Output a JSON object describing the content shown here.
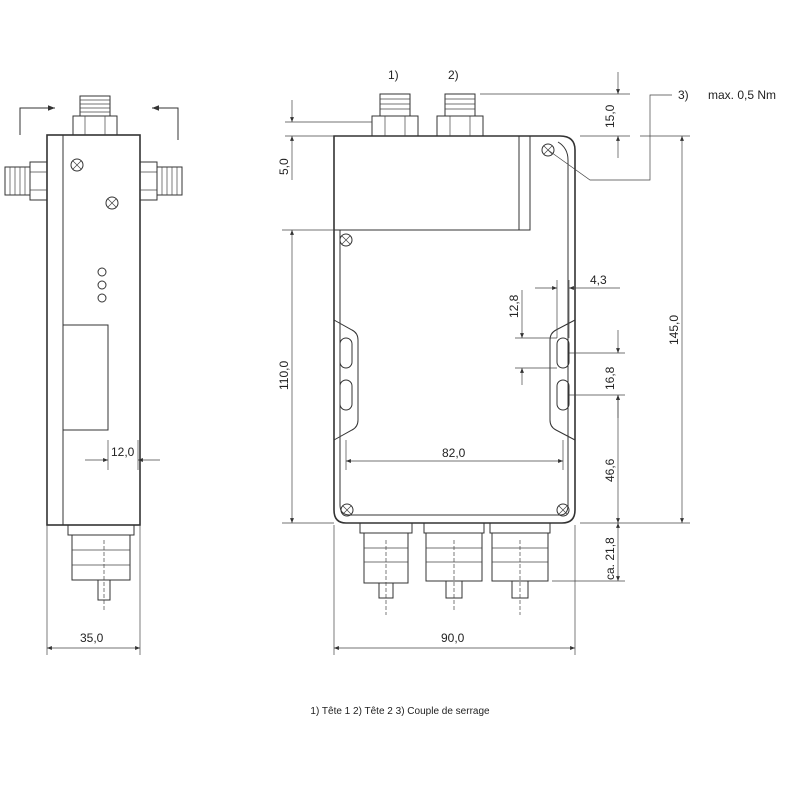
{
  "callouts": {
    "head1": "1)",
    "head2": "2)",
    "torque_ref": "3)",
    "torque_value": "max. 0,5 Nm"
  },
  "dimensions": {
    "d15": "15,0",
    "d5": "5,0",
    "d145": "145,0",
    "d110": "110,0",
    "d4_3": "4,3",
    "d12_8": "12,8",
    "d16_8": "16,8",
    "d46_6": "46,6",
    "d82": "82,0",
    "d21_8": "ca. 21,8",
    "d90": "90,0",
    "d12": "12,0",
    "d35": "35,0"
  },
  "caption": "1) Tête 1  2) Tête 2  3) Couple de serrage"
}
